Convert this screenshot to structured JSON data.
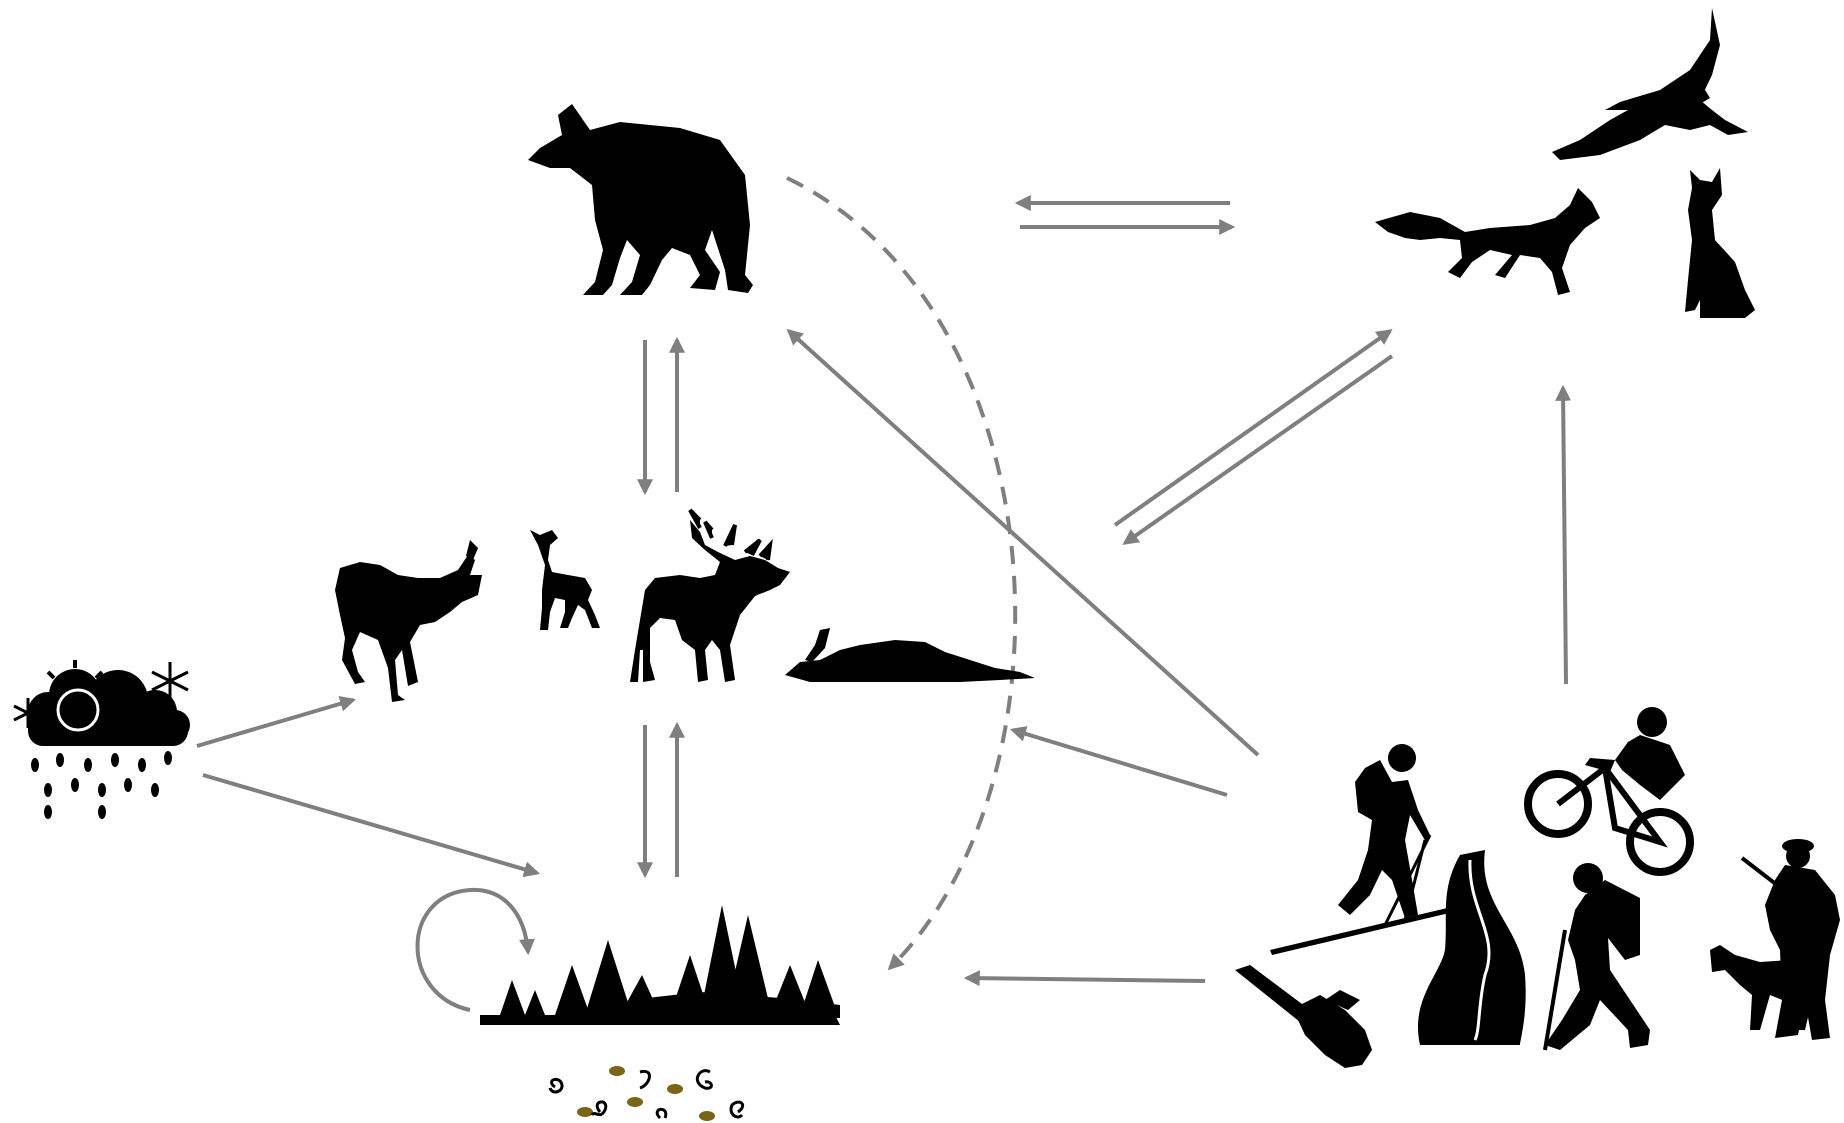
{
  "title": "",
  "nodes": {
    "wolf": {
      "icon": "wolf-icon"
    },
    "mesopredators": {
      "icons": [
        "eagle-icon",
        "fox-icon",
        "lynx-icon"
      ]
    },
    "herbivores": {
      "icons": [
        "chamois-icon",
        "deer-icon",
        "elk-icon",
        "carcass-icon"
      ]
    },
    "weather": {
      "icon": "weather-icon"
    },
    "vegetation": {
      "icon": "forest-icon"
    },
    "soil": {
      "icon": "soil-organisms-icon"
    },
    "human_activities": {
      "icons": [
        "ski-touring-icon",
        "mountain-bike-icon",
        "road-icon",
        "hiker-icon",
        "hunter-with-dog-icon",
        "chainsaw-icon"
      ]
    }
  },
  "edges": [
    {
      "from": "mesopredators",
      "to": "wolf",
      "style": "solid"
    },
    {
      "from": "wolf",
      "to": "mesopredators",
      "style": "solid"
    },
    {
      "from": "wolf",
      "to": "herbivores",
      "style": "solid"
    },
    {
      "from": "herbivores",
      "to": "wolf",
      "style": "solid"
    },
    {
      "from": "herbivores",
      "to": "vegetation",
      "style": "solid"
    },
    {
      "from": "vegetation",
      "to": "herbivores",
      "style": "solid"
    },
    {
      "from": "herbivores",
      "to": "mesopredators",
      "style": "solid"
    },
    {
      "from": "mesopredators",
      "to": "herbivores",
      "style": "solid"
    },
    {
      "from": "weather",
      "to": "herbivores",
      "style": "solid"
    },
    {
      "from": "weather",
      "to": "vegetation",
      "style": "solid"
    },
    {
      "from": "vegetation",
      "to": "vegetation",
      "style": "solid"
    },
    {
      "from": "wolf",
      "to": "vegetation",
      "style": "dashed"
    },
    {
      "from": "human_activities",
      "to": "wolf",
      "style": "solid"
    },
    {
      "from": "human_activities",
      "to": "herbivores",
      "style": "solid"
    },
    {
      "from": "human_activities",
      "to": "vegetation",
      "style": "solid"
    },
    {
      "from": "human_activities",
      "to": "mesopredators",
      "style": "solid"
    }
  ],
  "colors": {
    "arrow": "#7f7f7f",
    "silhouette": "#000000",
    "soil_particles": "#7a6418"
  }
}
